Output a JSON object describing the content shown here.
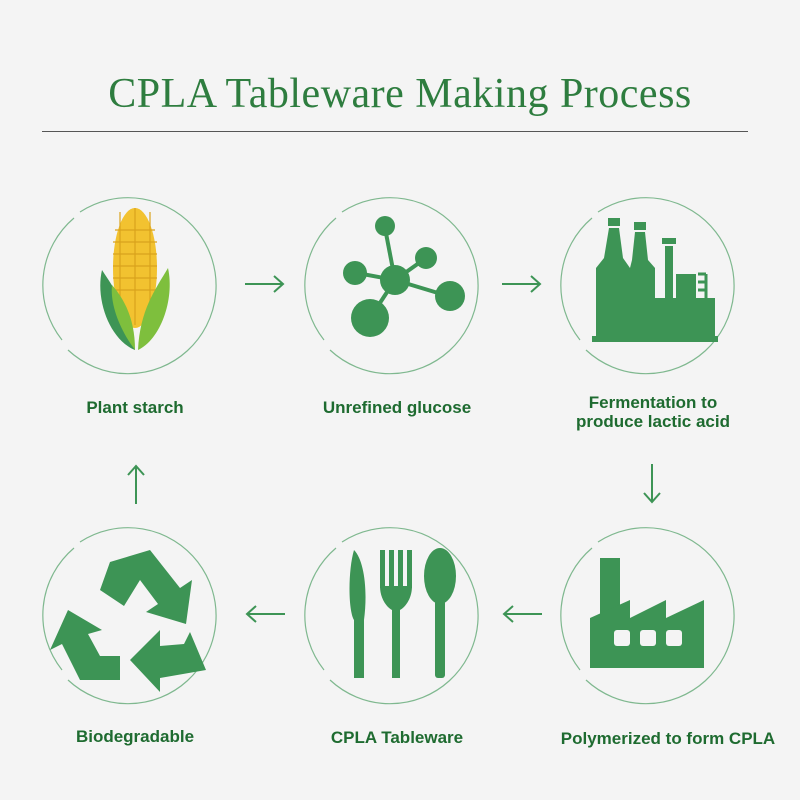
{
  "title": "CPLA Tableware Making Process",
  "colors": {
    "primary": "#3d9455",
    "text": "#1e6b30",
    "title": "#2e7d3f",
    "corn": "#f2c230",
    "leaf": "#7ebf3d"
  },
  "steps": [
    {
      "label": "Plant starch",
      "icon": "corn-icon"
    },
    {
      "label": "Unrefined glucose",
      "icon": "molecule-icon"
    },
    {
      "label_line1": "Fermentation to",
      "label_line2": "produce lactic acid",
      "icon": "factory-chimneys-icon"
    },
    {
      "label": "Polymerized to form CPLA",
      "icon": "factory-icon"
    },
    {
      "label": "CPLA Tableware",
      "icon": "cutlery-icon"
    },
    {
      "label": "Biodegradable",
      "icon": "recycle-icon"
    }
  ]
}
